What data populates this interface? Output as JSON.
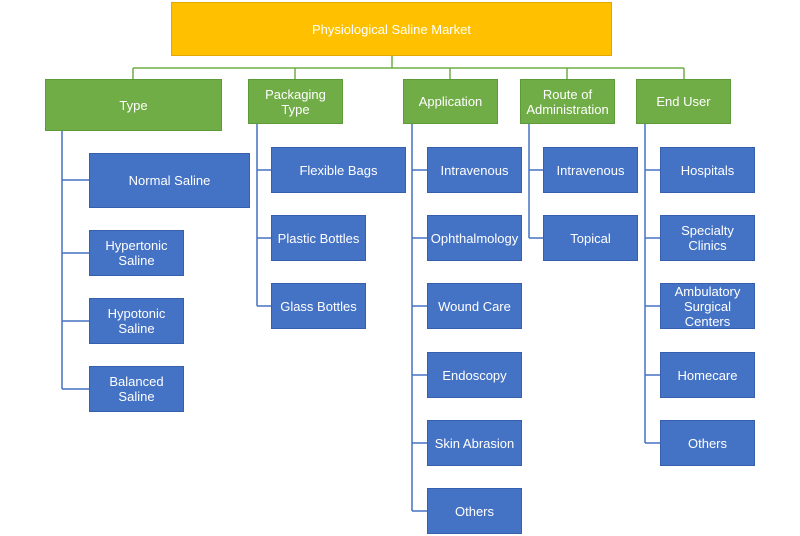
{
  "root": {
    "label": "Physiological Saline Market"
  },
  "categories": [
    {
      "label": "Type",
      "items": [
        "Normal Saline",
        "Hypertonic Saline",
        "Hypotonic Saline",
        "Balanced Saline"
      ]
    },
    {
      "label": "Packaging Type",
      "items": [
        "Flexible Bags",
        "Plastic Bottles",
        "Glass Bottles"
      ]
    },
    {
      "label": "Application",
      "items": [
        "Intravenous",
        "Ophthalmology",
        "Wound Care",
        "Endoscopy",
        "Skin Abrasion",
        "Others"
      ]
    },
    {
      "label": "Route of Administration",
      "items": [
        "Intravenous",
        "Topical"
      ]
    },
    {
      "label": "End User",
      "items": [
        "Hospitals",
        "Specialty Clinics",
        "Ambulatory Surgical Centers",
        "Homecare",
        "Others"
      ]
    }
  ],
  "colors": {
    "root": "#ffc000",
    "category": "#70ad47",
    "leaf": "#4472c4",
    "text": "#ffffff"
  }
}
